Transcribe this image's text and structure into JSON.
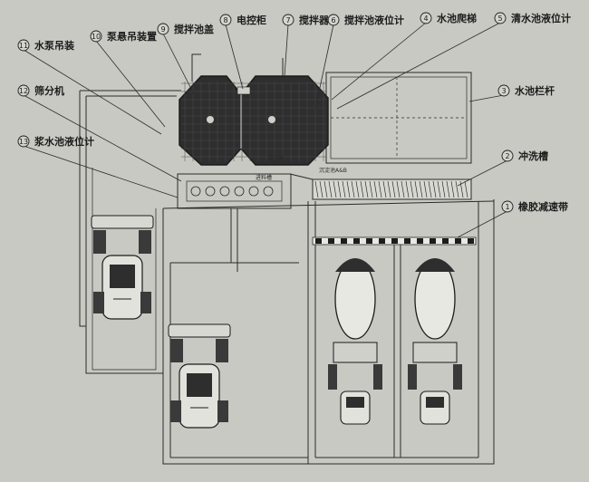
{
  "callouts": [
    {
      "no": "1",
      "text": "橡胶减速带"
    },
    {
      "no": "2",
      "text": "冲洗槽"
    },
    {
      "no": "3",
      "text": "水池栏杆"
    },
    {
      "no": "4",
      "text": "水池爬梯"
    },
    {
      "no": "5",
      "text": "清水池液位计"
    },
    {
      "no": "6",
      "text": "搅拌池液位计"
    },
    {
      "no": "7",
      "text": "搅拌器"
    },
    {
      "no": "8",
      "text": "电控柜"
    },
    {
      "no": "9",
      "text": "搅拌池盖"
    },
    {
      "no": "10",
      "text": "泵悬吊装置"
    },
    {
      "no": "11",
      "text": "水泵吊装"
    },
    {
      "no": "12",
      "text": "筛分机"
    },
    {
      "no": "13",
      "text": "浆水池液位计"
    }
  ],
  "inner_labels": {
    "wash_channel": "冲洗槽",
    "feeding": "进料槽",
    "pool_ab": "沉淀池A&B"
  },
  "colors": {
    "paper": "#c9c9c3",
    "ink": "#1c1c1c",
    "tank": "#2e2e2e",
    "rubber_band": "#e8e8e4"
  }
}
